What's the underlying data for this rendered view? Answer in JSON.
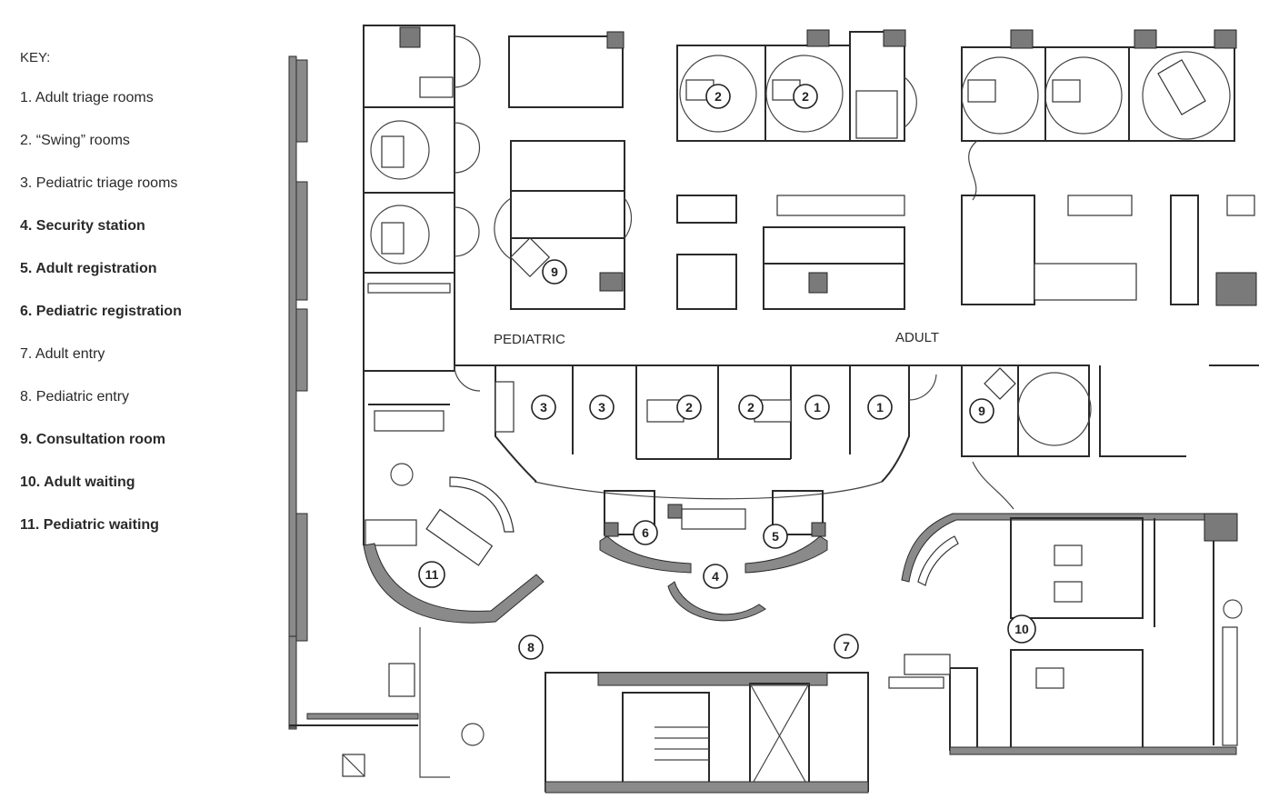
{
  "legend": {
    "title": "KEY:",
    "items": [
      {
        "number": 1,
        "text": "1. Adult triage rooms",
        "bold": false
      },
      {
        "number": 2,
        "text": "2. “Swing” rooms",
        "bold": false
      },
      {
        "number": 3,
        "text": "3. Pediatric triage rooms",
        "bold": false
      },
      {
        "number": 4,
        "text": "4. Security station",
        "bold": true
      },
      {
        "number": 5,
        "text": "5. Adult registration",
        "bold": true
      },
      {
        "number": 6,
        "text": "6. Pediatric registration",
        "bold": true
      },
      {
        "number": 7,
        "text": "7. Adult entry",
        "bold": false
      },
      {
        "number": 8,
        "text": "8. Pediatric entry",
        "bold": false
      },
      {
        "number": 9,
        "text": "9. Consultation room",
        "bold": true
      },
      {
        "number": 10,
        "text": "10. Adult waiting",
        "bold": true
      },
      {
        "number": 11,
        "text": "11. Pediatric waiting",
        "bold": true
      }
    ]
  },
  "zones": {
    "pediatric": "PEDIATRIC",
    "adult": "ADULT"
  },
  "markers": [
    "1",
    "1",
    "2",
    "2",
    "2",
    "2",
    "3",
    "3",
    "4",
    "5",
    "6",
    "7",
    "8",
    "9",
    "9",
    "10",
    "11"
  ]
}
